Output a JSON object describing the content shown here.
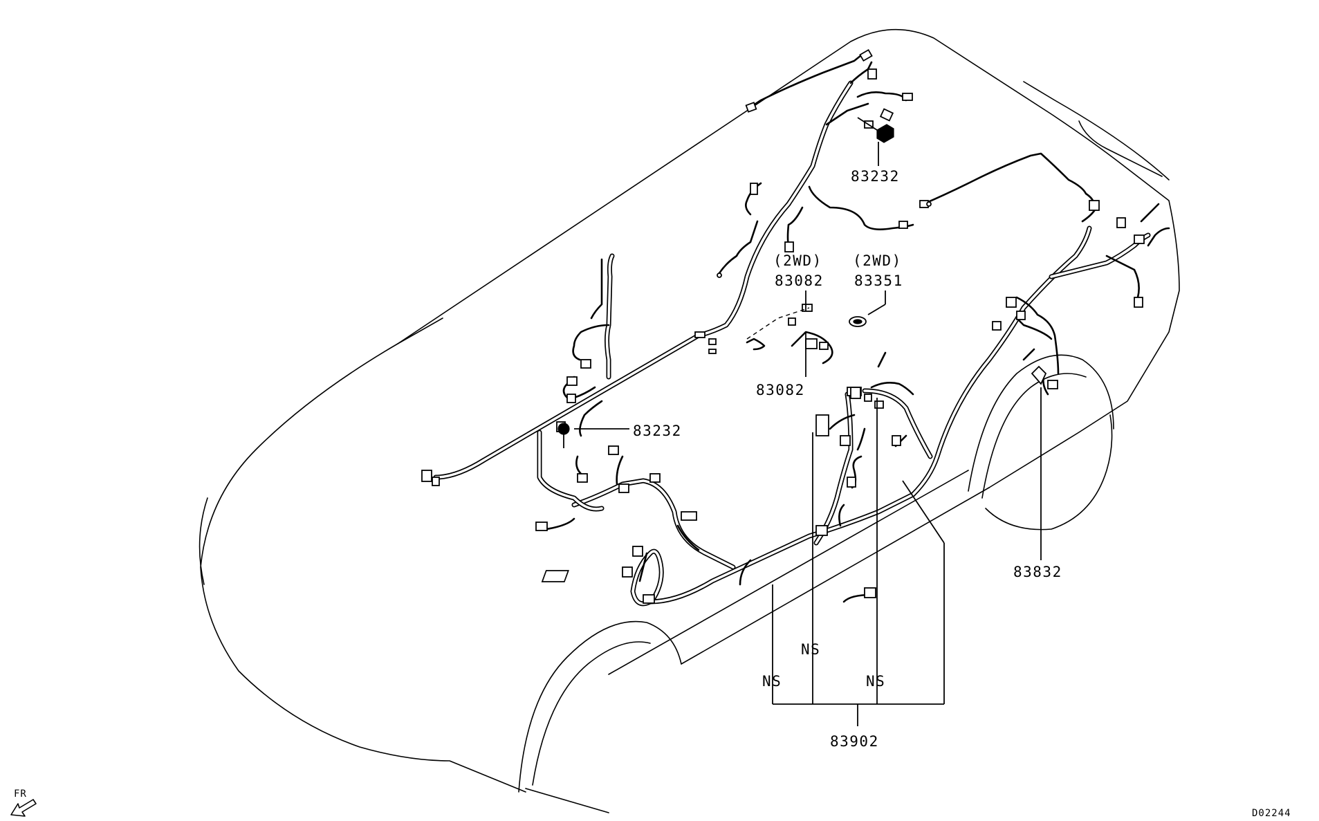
{
  "callouts": {
    "c83232_top": "83232",
    "c83232_mid": "83232",
    "c83082_top_variant": "(2WD)",
    "c83082_top": "83082",
    "c83351_variant": "(2WD)",
    "c83351": "83351",
    "c83082_bottom": "83082",
    "c83832": "83832",
    "c83902": "83902",
    "ns_1": "NS",
    "ns_2": "NS",
    "ns_3": "NS"
  },
  "direction": {
    "label": "FR",
    "icon": "front-direction-arrow-icon"
  },
  "diagram_code": "D02244"
}
